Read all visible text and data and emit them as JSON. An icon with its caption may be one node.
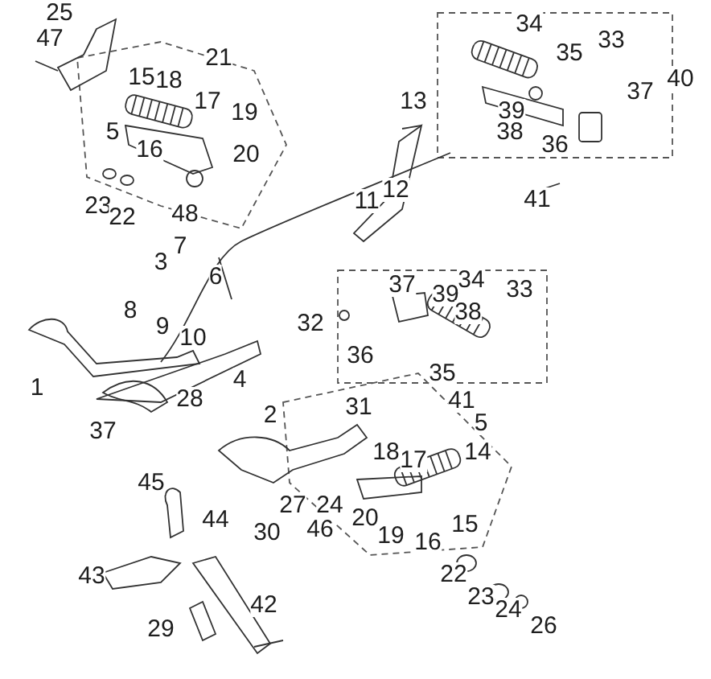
{
  "diagram": {
    "labels": [
      "25",
      "47",
      "21",
      "15",
      "18",
      "17",
      "19",
      "5",
      "16",
      "20",
      "23",
      "22",
      "48",
      "34",
      "33",
      "35",
      "40",
      "37",
      "39",
      "38",
      "36",
      "13",
      "11",
      "12",
      "41",
      "7",
      "3",
      "6",
      "8",
      "9",
      "10",
      "1",
      "4",
      "28",
      "37",
      "32",
      "2",
      "31",
      "37",
      "39",
      "34",
      "33",
      "38",
      "36",
      "35",
      "41",
      "5",
      "18",
      "17",
      "14",
      "45",
      "27",
      "24",
      "44",
      "30",
      "46",
      "20",
      "19",
      "16",
      "15",
      "43",
      "22",
      "42",
      "23",
      "24",
      "29",
      "26"
    ]
  }
}
